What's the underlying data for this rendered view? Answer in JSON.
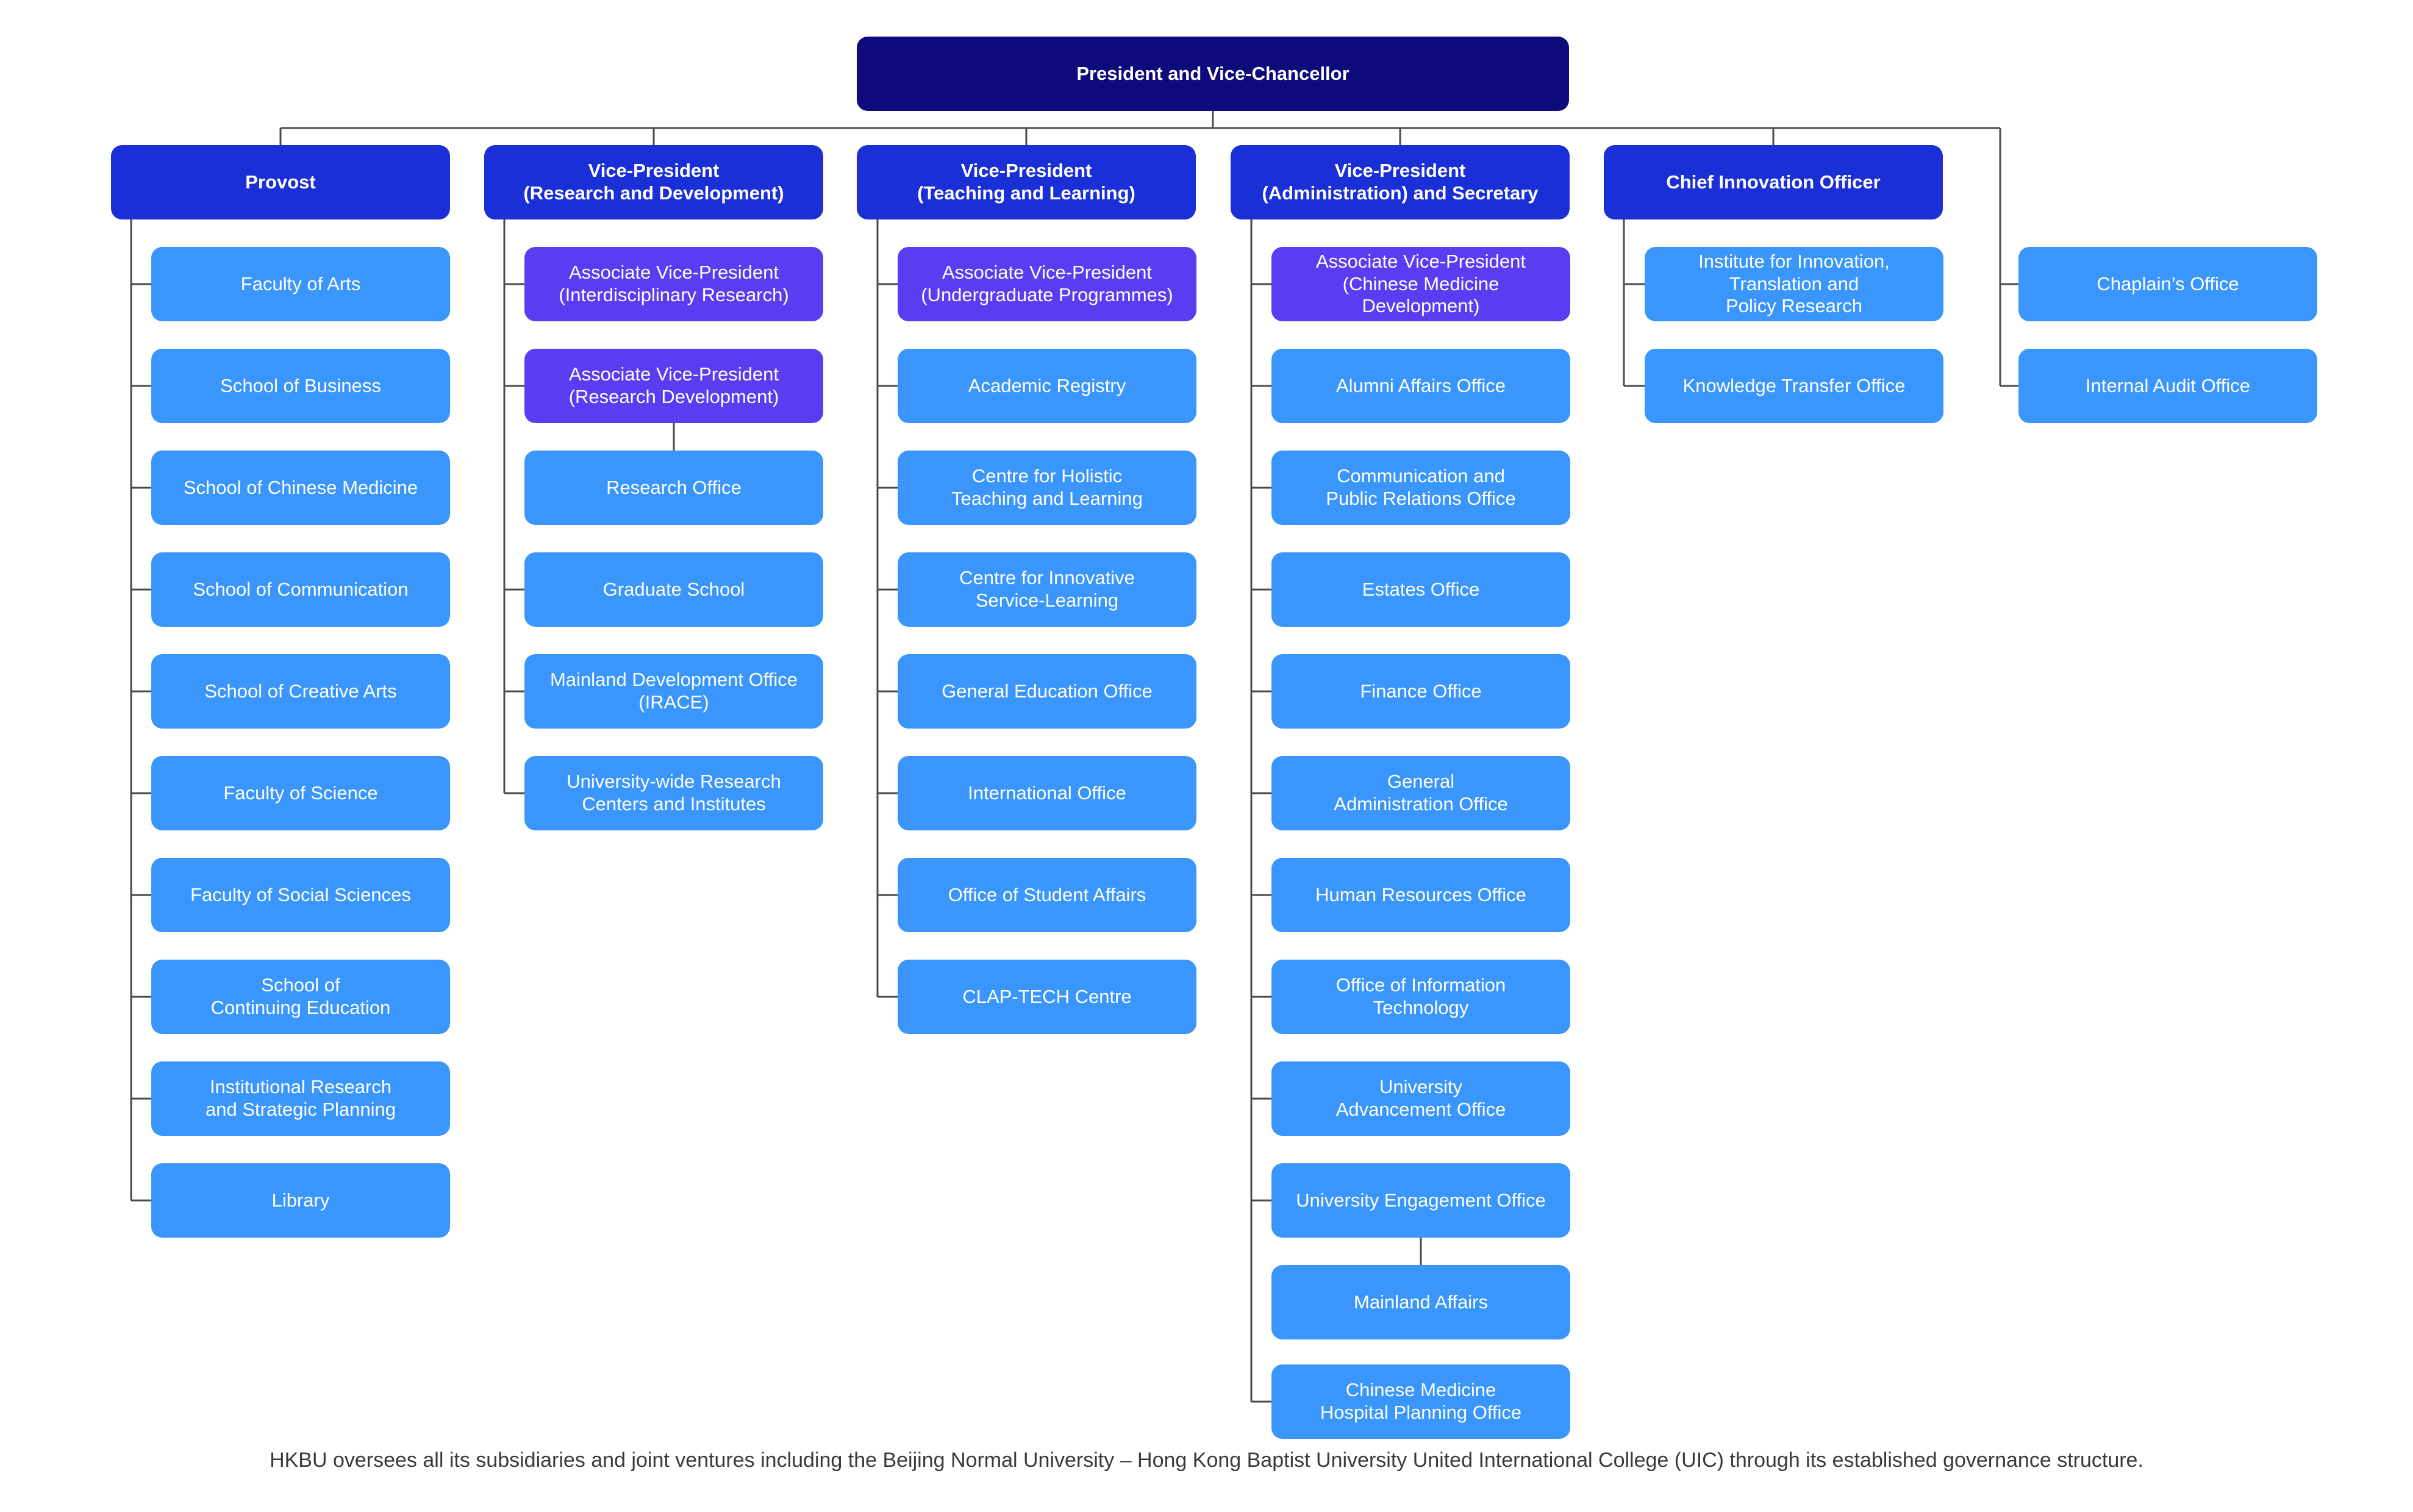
{
  "root": "President and Vice-Chancellor",
  "columns": [
    {
      "head": "Provost",
      "items": [
        {
          "label": "Faculty of Arts"
        },
        {
          "label": "School of Business"
        },
        {
          "label": "School of Chinese Medicine"
        },
        {
          "label": "School of Communication"
        },
        {
          "label": "School of Creative Arts"
        },
        {
          "label": "Faculty of Science"
        },
        {
          "label": "Faculty of Social Sciences"
        },
        {
          "label": "School of\nContinuing Education"
        },
        {
          "label": "Institutional Research\nand Strategic Planning"
        },
        {
          "label": "Library"
        }
      ]
    },
    {
      "head": "Vice-President\n(Research and Development)",
      "items": [
        {
          "label": "Associate Vice-President\n(Interdisciplinary Research)",
          "kind": "assoc"
        },
        {
          "label": "Associate Vice-President\n(Research Development)",
          "kind": "assoc"
        },
        {
          "label": "Research Office"
        },
        {
          "label": "Graduate School"
        },
        {
          "label": "Mainland Development Office\n(IRACE)"
        },
        {
          "label": "University-wide Research\nCenters and Institutes"
        }
      ]
    },
    {
      "head": "Vice-President\n(Teaching and Learning)",
      "items": [
        {
          "label": "Associate Vice-President\n(Undergraduate Programmes)",
          "kind": "assoc"
        },
        {
          "label": "Academic Registry"
        },
        {
          "label": "Centre for Holistic\nTeaching and Learning"
        },
        {
          "label": "Centre for Innovative\nService-Learning"
        },
        {
          "label": "General Education Office"
        },
        {
          "label": "International Office"
        },
        {
          "label": "Office of Student Affairs"
        },
        {
          "label": "CLAP-TECH Centre"
        }
      ]
    },
    {
      "head": "Vice-President\n(Administration) and Secretary",
      "items": [
        {
          "label": "Associate Vice-President\n(Chinese Medicine\nDevelopment)",
          "kind": "assoc"
        },
        {
          "label": "Alumni Affairs Office"
        },
        {
          "label": "Communication and\nPublic Relations Office"
        },
        {
          "label": "Estates Office"
        },
        {
          "label": "Finance Office"
        },
        {
          "label": "General\nAdministration Office"
        },
        {
          "label": "Human Resources Office"
        },
        {
          "label": "Office of Information\nTechnology"
        },
        {
          "label": "University\nAdvancement Office"
        },
        {
          "label": "University Engagement Office"
        },
        {
          "label": "Mainland Affairs"
        },
        {
          "label": "Chinese Medicine\nHospital Planning Office"
        }
      ]
    },
    {
      "head": "Chief Innovation Officer",
      "items": [
        {
          "label": "Institute for Innovation,\nTranslation and\nPolicy Research"
        },
        {
          "label": "Knowledge Transfer Office"
        }
      ]
    },
    {
      "head": "",
      "items": [
        {
          "label": "Chaplain’s Office"
        },
        {
          "label": "Internal Audit Office"
        }
      ]
    }
  ],
  "footnote": "HKBU oversees all its subsidiaries and joint ventures including the Beijing Normal University – Hong Kong Baptist University United International College (UIC) through its established governance structure.",
  "colors": {
    "root": "#0d0a7c",
    "head": "#1b2fd6",
    "associate": "#5a3df0",
    "unit": "#3a96fb",
    "connector": "#4a4a4a"
  }
}
